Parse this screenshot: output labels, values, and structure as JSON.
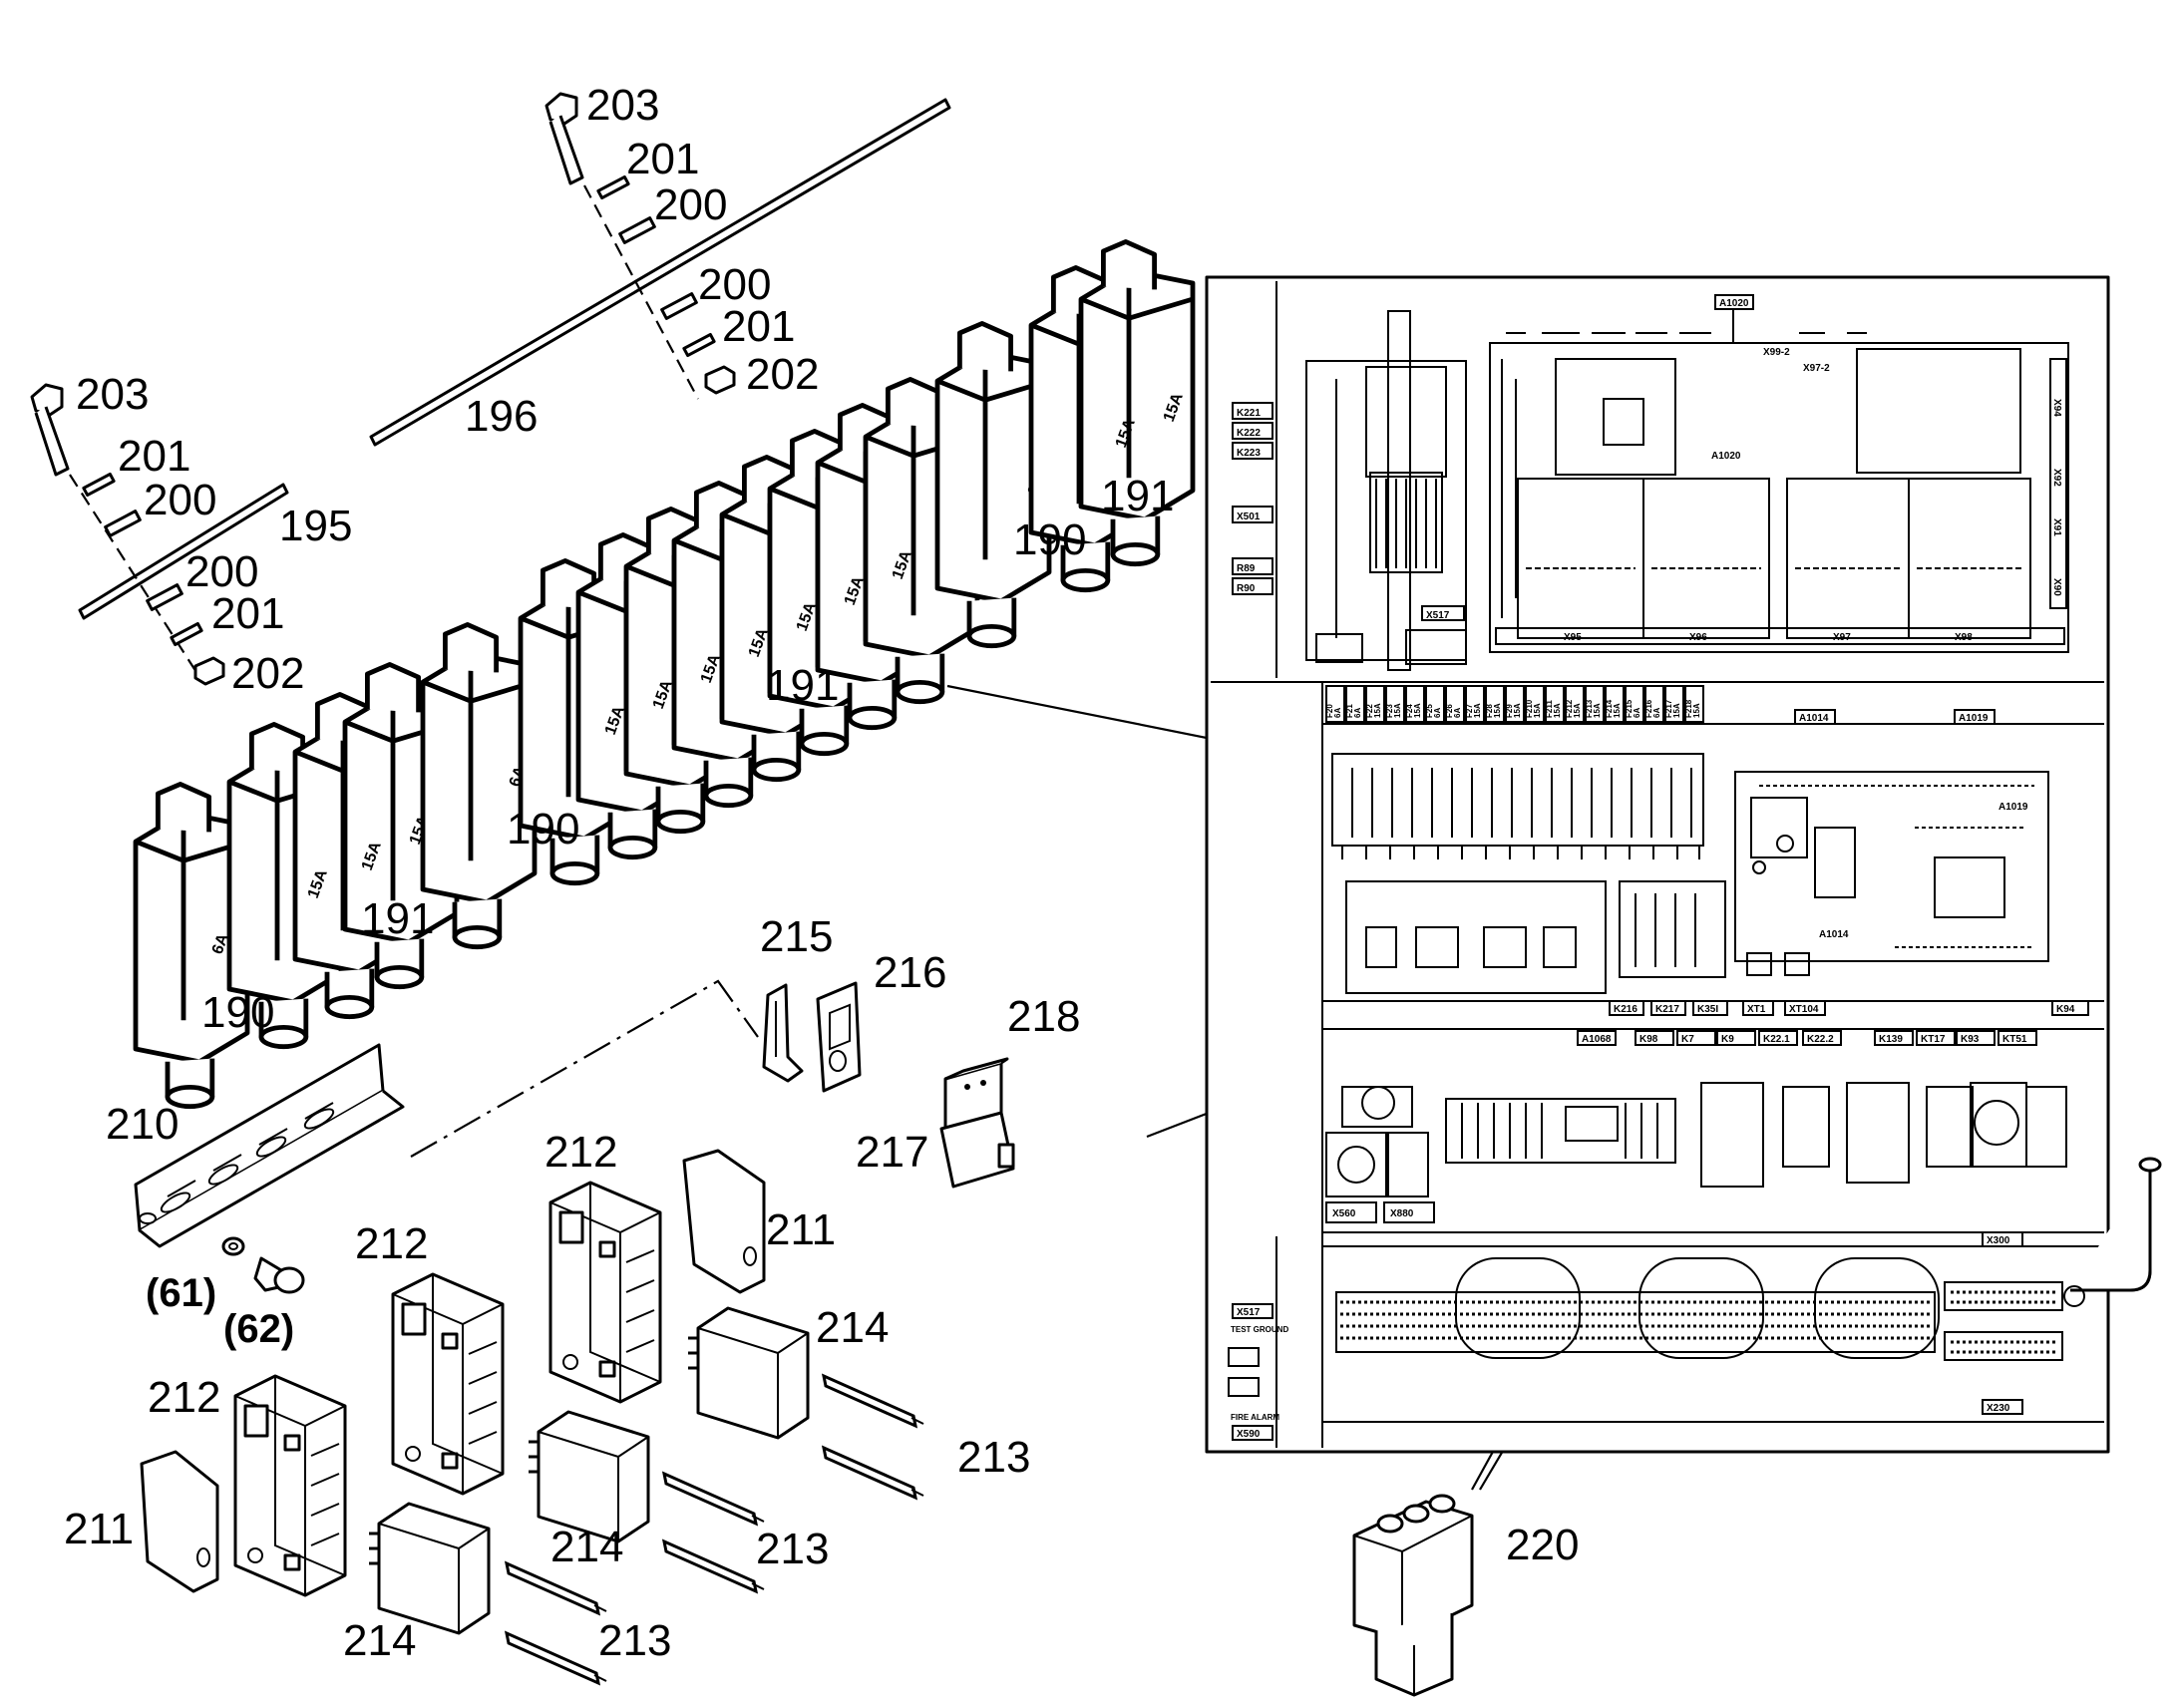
{
  "callouts": [
    {
      "id": "c203a",
      "text": "203"
    },
    {
      "id": "c201a",
      "text": "201"
    },
    {
      "id": "c200a",
      "text": "200"
    },
    {
      "id": "c200b",
      "text": "200"
    },
    {
      "id": "c201b",
      "text": "201"
    },
    {
      "id": "c202a",
      "text": "202"
    },
    {
      "id": "c196",
      "text": "196"
    },
    {
      "id": "c203b",
      "text": "203"
    },
    {
      "id": "c201c",
      "text": "201"
    },
    {
      "id": "c200c",
      "text": "200"
    },
    {
      "id": "c195",
      "text": "195"
    },
    {
      "id": "c200d",
      "text": "200"
    },
    {
      "id": "c201d",
      "text": "201"
    },
    {
      "id": "c202b",
      "text": "202"
    },
    {
      "id": "c191a",
      "text": "191"
    },
    {
      "id": "c190a",
      "text": "190"
    },
    {
      "id": "c191b",
      "text": "191"
    },
    {
      "id": "c190b",
      "text": "190"
    },
    {
      "id": "c191c",
      "text": "191"
    },
    {
      "id": "c190c",
      "text": "190"
    },
    {
      "id": "c215",
      "text": "215"
    },
    {
      "id": "c216",
      "text": "216"
    },
    {
      "id": "c218",
      "text": "218"
    },
    {
      "id": "c217",
      "text": "217"
    },
    {
      "id": "c210",
      "text": "210"
    },
    {
      "id": "c61",
      "text": "(61)"
    },
    {
      "id": "c62",
      "text": "(62)"
    },
    {
      "id": "c212a",
      "text": "212"
    },
    {
      "id": "c211a",
      "text": "211"
    },
    {
      "id": "c212b",
      "text": "212"
    },
    {
      "id": "c214a",
      "text": "214"
    },
    {
      "id": "c212c",
      "text": "212"
    },
    {
      "id": "c211b",
      "text": "211"
    },
    {
      "id": "c213a",
      "text": "213"
    },
    {
      "id": "c214b",
      "text": "214"
    },
    {
      "id": "c213b",
      "text": "213"
    },
    {
      "id": "c214c",
      "text": "214"
    },
    {
      "id": "c213c",
      "text": "213"
    },
    {
      "id": "c220",
      "text": "220"
    }
  ],
  "breaker_ratings": {
    "small": "6A",
    "large": "15A"
  },
  "cabinet": {
    "left_column": [
      "K221",
      "K222",
      "K223",
      "X501",
      "R89",
      "R90"
    ],
    "top_labels": {
      "board": "A1020",
      "board_small": "A1020",
      "rail": "X517",
      "bus": "X99-2",
      "bus2": "X97-2"
    },
    "terminal_row": [
      "X95",
      "X96",
      "X97",
      "X98"
    ],
    "side_labels": [
      "X94",
      "X92",
      "X91",
      "X90"
    ],
    "fuse_row_labels": [
      "F20",
      "F21",
      "F22",
      "F23",
      "F24",
      "F25",
      "F26",
      "F27",
      "F28",
      "F29",
      "F210",
      "F211",
      "F212",
      "F213",
      "F214",
      "F215",
      "F216",
      "F217",
      "F218"
    ],
    "fuse_row_values": [
      "6A",
      "6A",
      "15A",
      "15A",
      "15A",
      "6A",
      "6A",
      "15A",
      "15A",
      "15A",
      "15A",
      "15A",
      "15A",
      "15A",
      "15A",
      "6A",
      "6A",
      "15A",
      "15A"
    ],
    "mid_labels": {
      "a1014": "A1014",
      "a1019": "A1019",
      "a1019b": "A1019",
      "a1014b": "A1014"
    },
    "relay_row_labels": [
      "K216",
      "K217",
      "K35I",
      "XT1",
      "XT104",
      "K94"
    ],
    "lower_labels": [
      "A1068",
      "K98",
      "K7",
      "K9",
      "K22.1",
      "K22.2",
      "K139",
      "KT17",
      "K93",
      "KT51"
    ],
    "bottom_left": [
      "X560",
      "X880"
    ],
    "terminal_labels": {
      "x300": "X300",
      "x230": "X230",
      "x517": "X517",
      "test": "TEST GROUND",
      "fire": "FIRE ALARM",
      "x590": "X590"
    }
  }
}
